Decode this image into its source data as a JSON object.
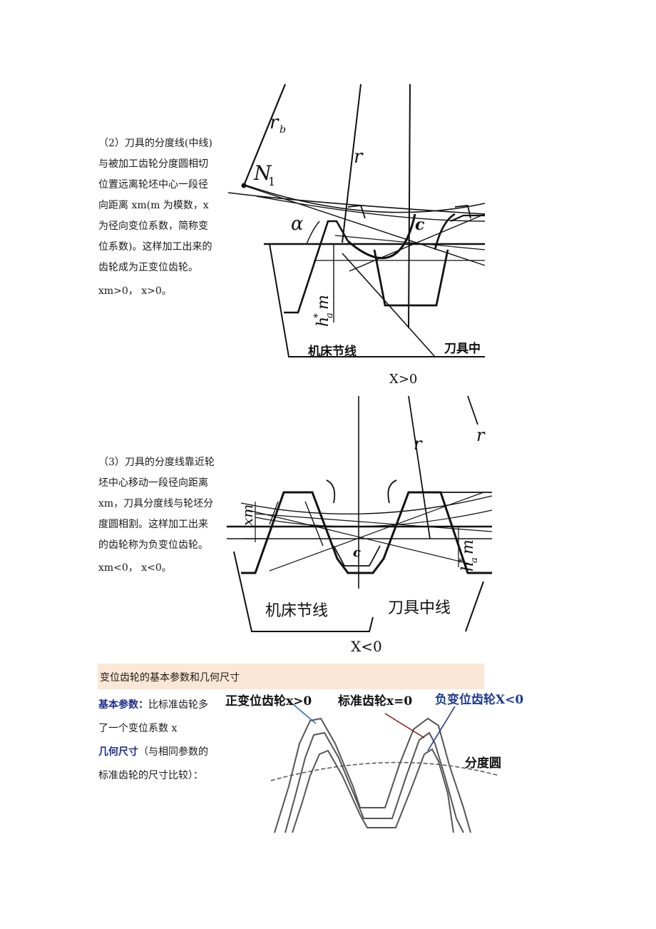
{
  "section2": {
    "lines": [
      "（2）刀具的分度线(中线)",
      "与被加工齿轮分度圆相切",
      "位置远离轮坯中心一段径",
      "向距离 xm(m 为模数，x",
      "为径向变位系数，简称变",
      "位系数)。这样加工出来的",
      "齿轮成为正变位齿轮。",
      "xm>0， x>0。"
    ],
    "figure": {
      "label_rb": "r",
      "label_rb_sub": "b",
      "label_r": "r",
      "label_N": "N",
      "label_N_sub": "1",
      "label_alpha": "α",
      "label_C": "c",
      "label_ham": "h",
      "label_ham_star": "*",
      "label_ham_sub": "a",
      "label_ham_m": "m",
      "label_machine": "机床节线",
      "label_cutter": "刀具中",
      "caption": "X>0"
    }
  },
  "section3": {
    "lines": [
      "（3）刀具的分度线靠近轮",
      "坯中心移动一段径向距离",
      "xm，刀具分度线与轮坯分",
      "度圆相割。这样加工出来",
      "的齿轮称为负变位齿轮。",
      "xm<0， x<0。"
    ],
    "figure": {
      "label_r": "r",
      "label_rb": "r",
      "label_xm": "xm",
      "label_C": "c",
      "label_ham": "h",
      "label_ham_star": "*",
      "label_ham_sub": "a",
      "label_ham_m": "m",
      "label_machine": "机床节线",
      "label_cutter": "刀具中线",
      "caption": "X<0"
    }
  },
  "banner": {
    "title": "变位齿轮的基本参数和几何尺寸"
  },
  "params": {
    "basic_label": "基本参数：",
    "basic_text_1": "比标准齿轮多",
    "basic_text_2": "了一个变位系数 x",
    "geom_label": "几何尺寸",
    "geom_text_1": "（与相同参数的",
    "geom_text_2": "标准齿轮的尺寸比较）："
  },
  "gear_figure": {
    "label_positive": "正变位齿轮x>0",
    "label_standard": "标准齿轮x=0",
    "label_negative": "负变位齿轮X<0",
    "label_pitch": "分度圆",
    "colors": {
      "positive_line": "#2a6fb0",
      "standard_line": "#8b1a1a",
      "negative_line": "#1f2f8a",
      "negative_text": "#1f3c8f"
    }
  }
}
